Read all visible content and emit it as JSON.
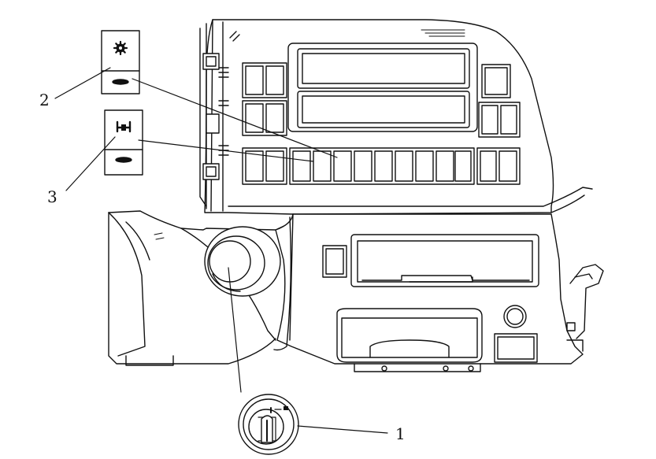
{
  "callouts": [
    {
      "id": "1",
      "label": "1",
      "part": "headlight-rotary-switch"
    },
    {
      "id": "2",
      "label": "2",
      "part": "gear-symbol-rocker-switch"
    },
    {
      "id": "3",
      "label": "3",
      "part": "differential-lock-rocker-switch"
    }
  ],
  "colors": {
    "line": "#111111",
    "fill": "#ffffff"
  },
  "icons": {
    "switch2": "gear-icon",
    "switch3": "differential-lock-icon"
  }
}
